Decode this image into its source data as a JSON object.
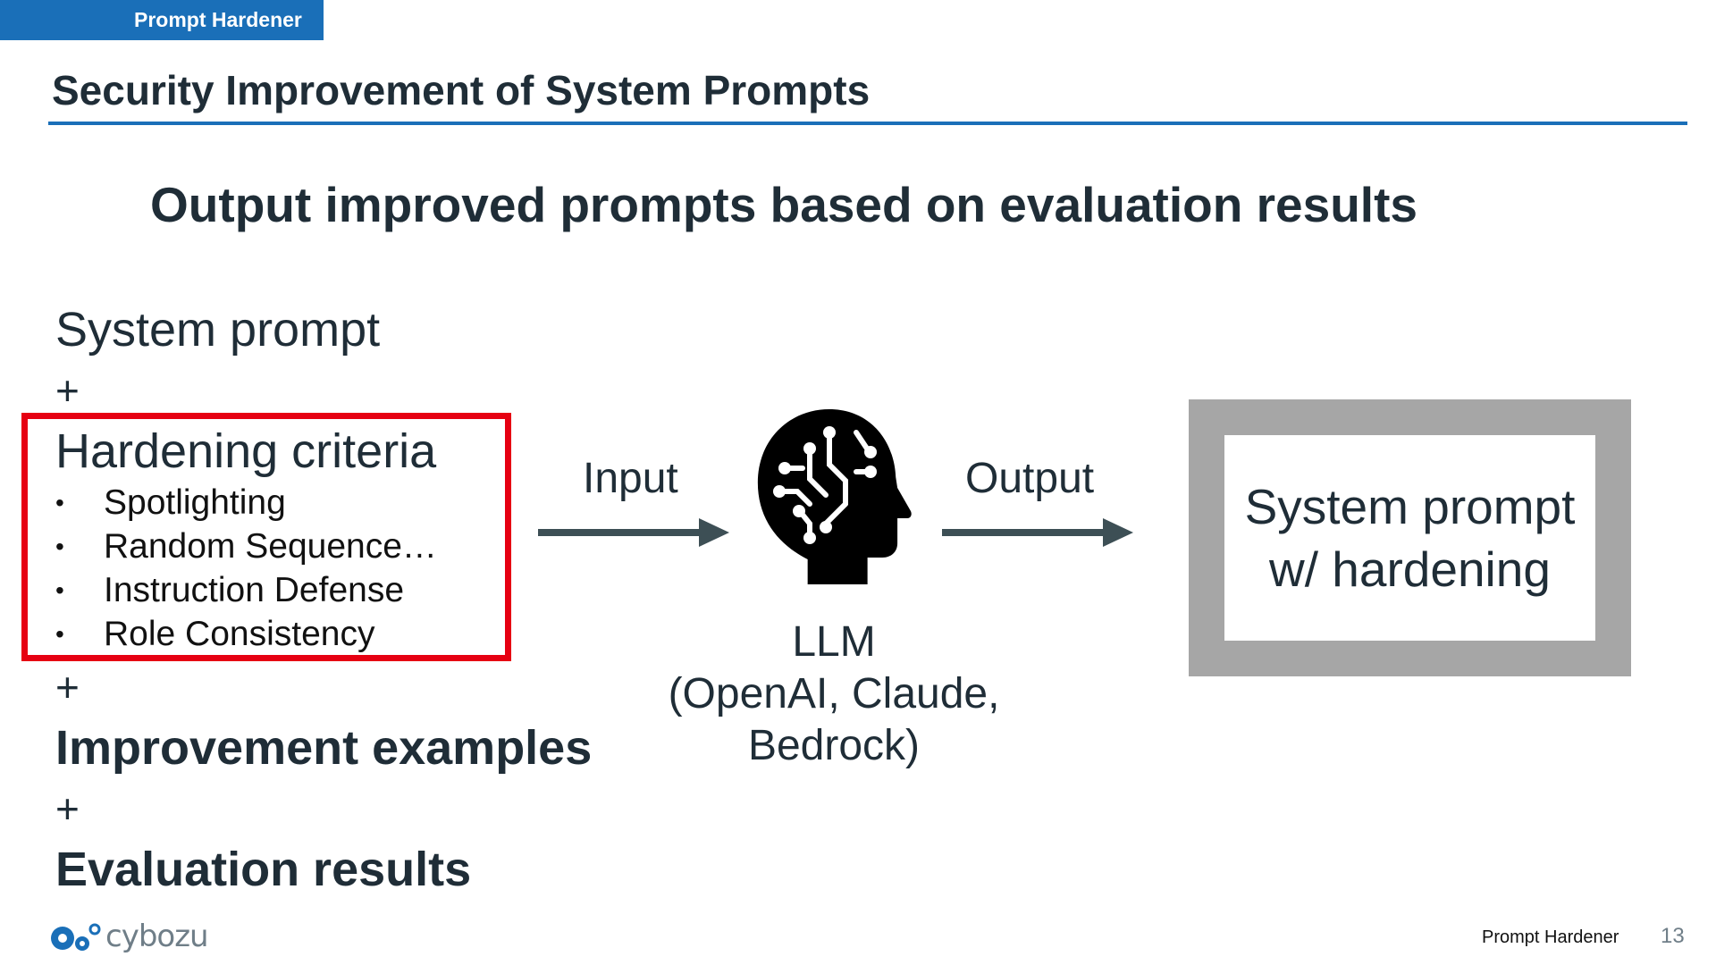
{
  "header": {
    "tag": "Prompt Hardener",
    "title": "Security Improvement of System Prompts"
  },
  "headline": "Output improved prompts based on evaluation results",
  "inputs": {
    "system_prompt": "System prompt",
    "plus": "+",
    "hardening_title": "Hardening criteria",
    "hardening_items": [
      "Spotlighting",
      "Random Sequence…",
      "Instruction Defense",
      "Role Consistency"
    ],
    "bullet": "•",
    "improvement_examples": "Improvement examples",
    "evaluation_results": "Evaluation results"
  },
  "flow": {
    "input_label": "Input",
    "output_label": "Output",
    "llm_lines": [
      "LLM",
      "(OpenAI, Claude,",
      "Bedrock)"
    ],
    "icon": "ai-head-circuit-icon"
  },
  "result": {
    "lines": [
      "System prompt",
      "w/ hardening"
    ]
  },
  "colors": {
    "accent_blue": "#1a6fb8",
    "highlight_red": "#e60012",
    "arrow_gray": "#3d4f55",
    "box_gray": "#a6a6a6",
    "text_dark": "#1f2d37"
  },
  "footer": {
    "logo_text": "cybozu",
    "logo_icon": "cybozu-logo-icon",
    "name": "Prompt Hardener",
    "page": "13"
  }
}
